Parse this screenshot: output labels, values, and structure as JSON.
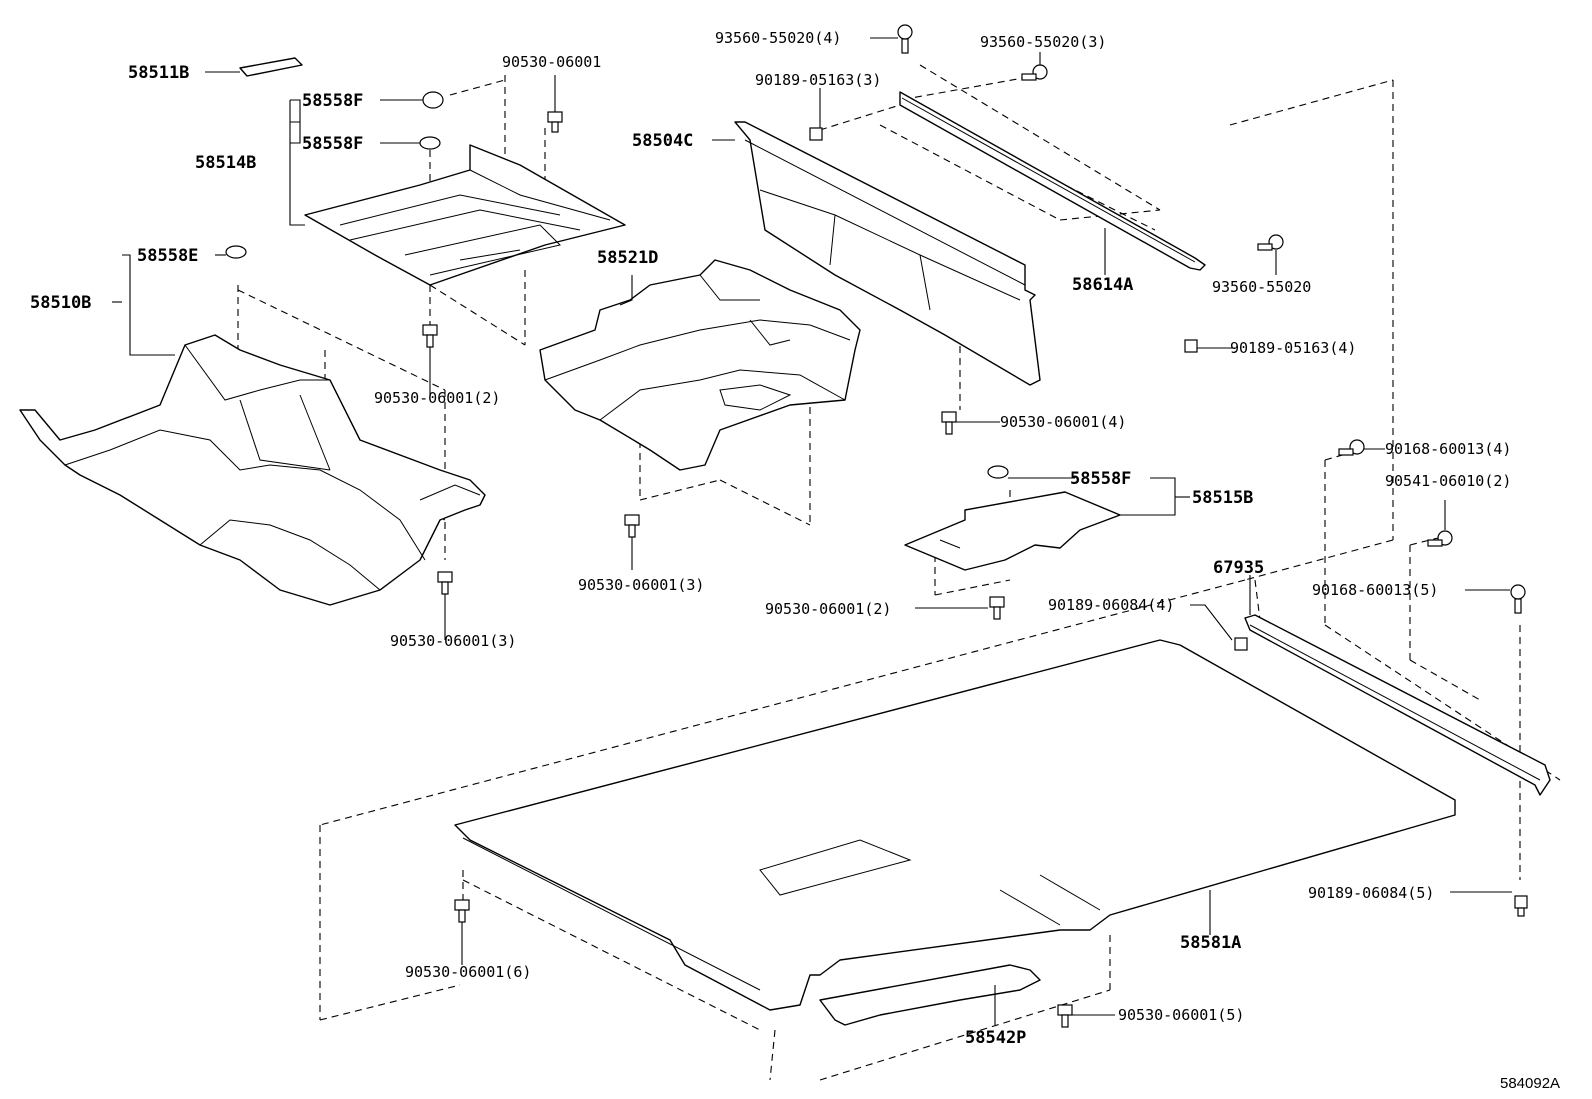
{
  "diagram": {
    "reference_code": "584092A",
    "parts": {
      "p58511B": "58511B",
      "p58558F_a": "58558F",
      "p58558F_b": "58558F",
      "p58514B": "58514B",
      "p90530_06001_top": "90530-06001",
      "p58558E": "58558E",
      "p58510B": "58510B",
      "p90530_06001_2_left": "90530-06001(2)",
      "p90530_06001_3_left": "90530-06001(3)",
      "p58521D": "58521D",
      "p90530_06001_3_mid": "90530-06001(3)",
      "p93560_55020_4": "93560-55020(4)",
      "p93560_55020_3": "93560-55020(3)",
      "p90189_05163_3": "90189-05163(3)",
      "p58504C": "58504C",
      "p58614A": "58614A",
      "p93560_55020": "93560-55020",
      "p90189_05163_4": "90189-05163(4)",
      "p90530_06001_4": "90530-06001(4)",
      "p90168_60013_4": "90168-60013(4)",
      "p58558F_c": "58558F",
      "p58515B": "58515B",
      "p90541_06010_2": "90541-06010(2)",
      "p67935": "67935",
      "p90168_60013_5": "90168-60013(5)",
      "p90530_06001_2_mid": "90530-06001(2)",
      "p90189_06084_4": "90189-06084(4)",
      "p58581A": "58581A",
      "p90189_06084_5": "90189-06084(5)",
      "p90530_06001_6": "90530-06001(6)",
      "p58542P": "58542P",
      "p90530_06001_5": "90530-06001(5)"
    }
  }
}
